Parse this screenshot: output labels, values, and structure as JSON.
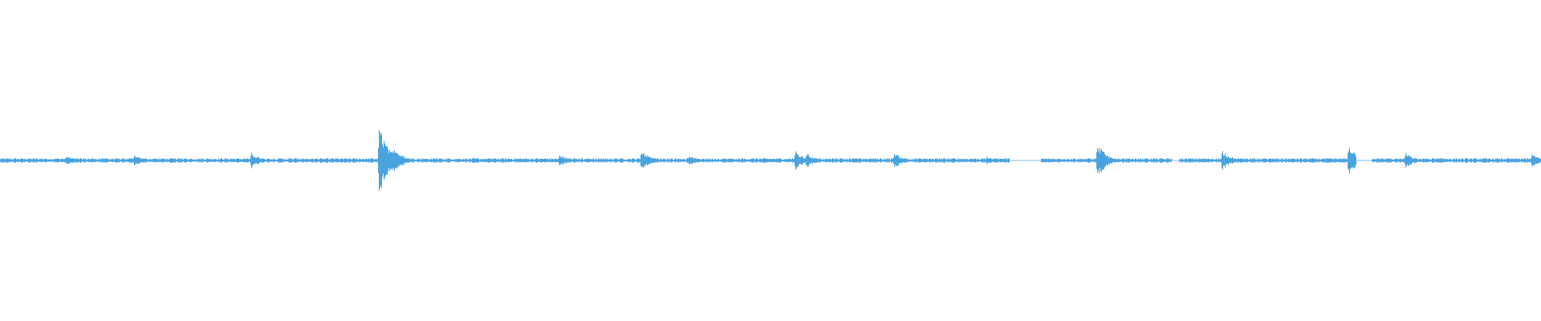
{
  "waveform": {
    "color": "#4aa3df",
    "baseline_amplitude": 0.012,
    "gaps": [
      {
        "start": 0.655,
        "end": 0.675
      },
      {
        "start": 0.76,
        "end": 0.765
      },
      {
        "start": 0.88,
        "end": 0.89
      }
    ],
    "events": [
      {
        "pos": 0.043,
        "amp": 0.03
      },
      {
        "pos": 0.087,
        "amp": 0.035
      },
      {
        "pos": 0.163,
        "amp": 0.05
      },
      {
        "pos": 0.246,
        "amp": 0.24
      },
      {
        "pos": 0.255,
        "amp": 0.1
      },
      {
        "pos": 0.363,
        "amp": 0.04
      },
      {
        "pos": 0.416,
        "amp": 0.07
      },
      {
        "pos": 0.447,
        "amp": 0.03
      },
      {
        "pos": 0.516,
        "amp": 0.06
      },
      {
        "pos": 0.523,
        "amp": 0.05
      },
      {
        "pos": 0.58,
        "amp": 0.055
      },
      {
        "pos": 0.64,
        "amp": 0.025
      },
      {
        "pos": 0.712,
        "amp": 0.12
      },
      {
        "pos": 0.793,
        "amp": 0.07
      },
      {
        "pos": 0.875,
        "amp": 0.11
      },
      {
        "pos": 0.912,
        "amp": 0.05
      },
      {
        "pos": 0.994,
        "amp": 0.045
      }
    ]
  }
}
